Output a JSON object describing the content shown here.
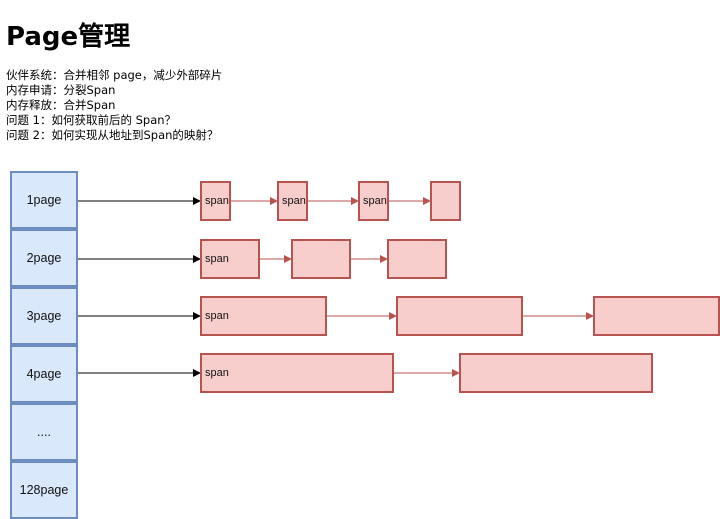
{
  "title": "Page管理",
  "notes": [
    "伙伴系统：合并相邻 page，减少外部碎片",
    "内存申请：分裂Span",
    "内存释放：合并Span",
    "问题 1：如何获取前后的 Span？",
    "问题 2：如何实现从地址到Span的映射？"
  ],
  "page_list": [
    "1page",
    "2page",
    "3page",
    "4page",
    "....",
    "128page"
  ],
  "span_label": "span",
  "colors": {
    "page_fill": "#dae8fc",
    "page_border": "#6c8ebf",
    "span_fill": "#f8cecc",
    "span_border": "#b85450",
    "arrow_black": "#000000"
  }
}
